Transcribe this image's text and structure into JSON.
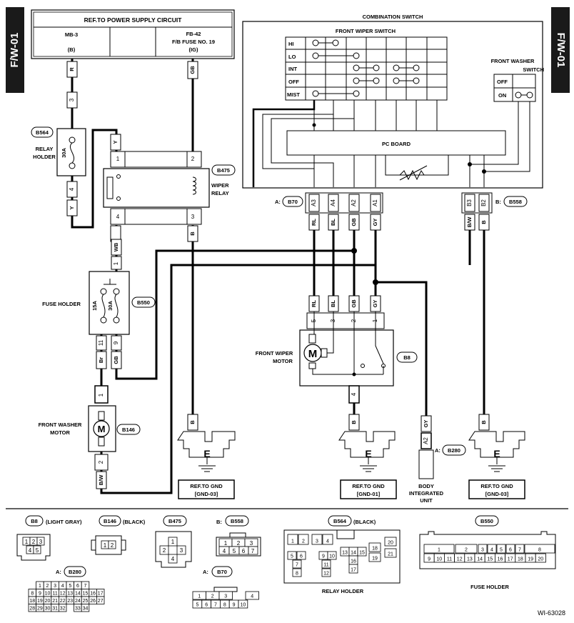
{
  "page_tag": "F/W-01",
  "page_tag_right": "F/W-01",
  "power_supply": {
    "title": "REF.TO POWER SUPPLY CIRCUIT",
    "left_top": "MB-3",
    "left_bottom": "(B)",
    "right_line1": "FB-42",
    "right_line2": "F/B FUSE NO. 19",
    "right_line3": "(IG)"
  },
  "combination_switch": {
    "title": "COMBINATION SWITCH",
    "front_wiper_switch": "FRONT WIPER SWITCH",
    "rows": [
      "HI",
      "LO",
      "INT",
      "OFF",
      "MIST"
    ],
    "pc_board": "PC BOARD",
    "washer_switch_title_1": "FRONT WASHER",
    "washer_switch_title_2": "SWITCH",
    "washer_rows": [
      "OFF",
      "ON"
    ]
  },
  "relay_holder": {
    "connector": "B564",
    "label_1": "RELAY",
    "label_2": "HOLDER",
    "fuse": "30A",
    "pin_top": "3",
    "pin_bottom": "4",
    "wire_top": "R",
    "wire_bottom": "Y"
  },
  "wiper_relay": {
    "connector": "B475",
    "label_1": "WIPER",
    "label_2": "RELAY",
    "pins": [
      "1",
      "2",
      "4",
      "3"
    ],
    "wire_y": "Y",
    "wire_b": "B"
  },
  "fuse_holder": {
    "connector": "B550",
    "label": "FUSE HOLDER",
    "fuse_left": "15A",
    "fuse_right": "30A",
    "pin_top": "1",
    "pin_bl": "11",
    "pin_br": "9",
    "wire_top": "WB",
    "wire_bl": "Br",
    "wire_br": "GB"
  },
  "front_washer_motor": {
    "connector": "B146",
    "label_1": "FRONT WASHER",
    "label_2": "MOTOR",
    "pin_top": "1",
    "pin_bottom": "2",
    "wire_bottom": "B/W",
    "motor": "M"
  },
  "b70": {
    "prefix": "A:",
    "connector": "B70",
    "pins": [
      "A3",
      "A4",
      "A2",
      "A1"
    ],
    "wires": [
      "RL",
      "BL",
      "GB",
      "GY"
    ]
  },
  "b558": {
    "prefix": "B:",
    "connector": "B558",
    "pins": [
      "B3",
      "B2"
    ],
    "wires": [
      "B/W",
      "B"
    ]
  },
  "front_wiper_motor": {
    "connector": "B8",
    "label_1": "FRONT WIPER",
    "label_2": "MOTOR",
    "motor": "M",
    "pins": [
      "5",
      "3",
      "2",
      "1"
    ],
    "wires": [
      "RL",
      "BL",
      "GB",
      "GY"
    ],
    "pin_bottom": "4",
    "wire_bottom": "B"
  },
  "b280": {
    "prefix": "A:",
    "connector": "B280",
    "pin": "A2",
    "wire": "GY",
    "label_1": "BODY",
    "label_2": "INTEGRATED",
    "label_3": "UNIT"
  },
  "ground": {
    "e": "E",
    "wire": "B",
    "gnd03_a_1": "REF.TO GND",
    "gnd03_a_2": "[GND-03]",
    "gnd01_1": "REF.TO GND",
    "gnd01_2": "[GND-01]",
    "gnd03_b_1": "REF.TO GND",
    "gnd03_b_2": "[GND-03]"
  },
  "connector_views": {
    "b8_label": "B8",
    "b8_note": "(LIGHT GRAY)",
    "b8_pins": [
      "1",
      "2",
      "3",
      "4",
      "5"
    ],
    "b146_label": "B146",
    "b146_note": "(BLACK)",
    "b146_pins": [
      "1",
      "2"
    ],
    "b475_label": "B475",
    "b475_pins": [
      "1",
      "2",
      "3",
      "4"
    ],
    "b558_prefix": "B:",
    "b558_label": "B558",
    "b558_pins": [
      "1",
      "2",
      "3",
      "4",
      "5",
      "6",
      "7"
    ],
    "b564_label": "B564",
    "b564_note": "(BLACK)",
    "b564_pins": [
      "1",
      "2",
      "3",
      "4",
      "5",
      "6",
      "7",
      "8",
      "9",
      "10",
      "11",
      "12",
      "13",
      "14",
      "15",
      "16",
      "17",
      "18",
      "19",
      "20",
      "21"
    ],
    "b564_caption": "RELAY HOLDER",
    "b550_label": "B550",
    "b550_pins": [
      "1",
      "2",
      "3",
      "4",
      "5",
      "6",
      "7",
      "8",
      "9",
      "10",
      "11",
      "12",
      "13",
      "14",
      "15",
      "16",
      "17",
      "18",
      "19",
      "20"
    ],
    "b550_caption": "FUSE HOLDER",
    "b280_prefix": "A:",
    "b280_label": "B280",
    "b280_pins": [
      "1",
      "2",
      "3",
      "4",
      "5",
      "6",
      "7",
      "8",
      "9",
      "10",
      "11",
      "12",
      "13",
      "14",
      "15",
      "16",
      "17",
      "18",
      "19",
      "20",
      "21",
      "22",
      "23",
      "24",
      "25",
      "26",
      "27",
      "28",
      "29",
      "30",
      "31",
      "32",
      "33",
      "34"
    ],
    "b70_prefix": "A:",
    "b70_label": "B70",
    "b70_pins": [
      "1",
      "2",
      "3",
      "4",
      "5",
      "6",
      "7",
      "8",
      "9",
      "10"
    ]
  },
  "footer_code": "WI-63028"
}
